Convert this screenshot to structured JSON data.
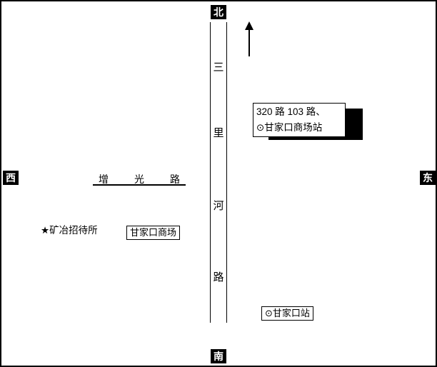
{
  "compass": {
    "north": "北",
    "south": "南",
    "west": "西",
    "east": "东"
  },
  "vertical_road": {
    "name": "三里河路",
    "chars": [
      "三",
      "里",
      "河",
      "路"
    ]
  },
  "horizontal_road": {
    "name": "增光路",
    "chars": [
      "增",
      "光",
      "路"
    ]
  },
  "callout": {
    "line1": "320 路 103 路、",
    "line2": "⊙甘家口商场站"
  },
  "labels": {
    "guesthouse": "★矿冶招待所",
    "mall": "甘家口商场",
    "station": "⊙甘家口站"
  },
  "colors": {
    "ink": "#000000",
    "paper": "#ffffff"
  }
}
